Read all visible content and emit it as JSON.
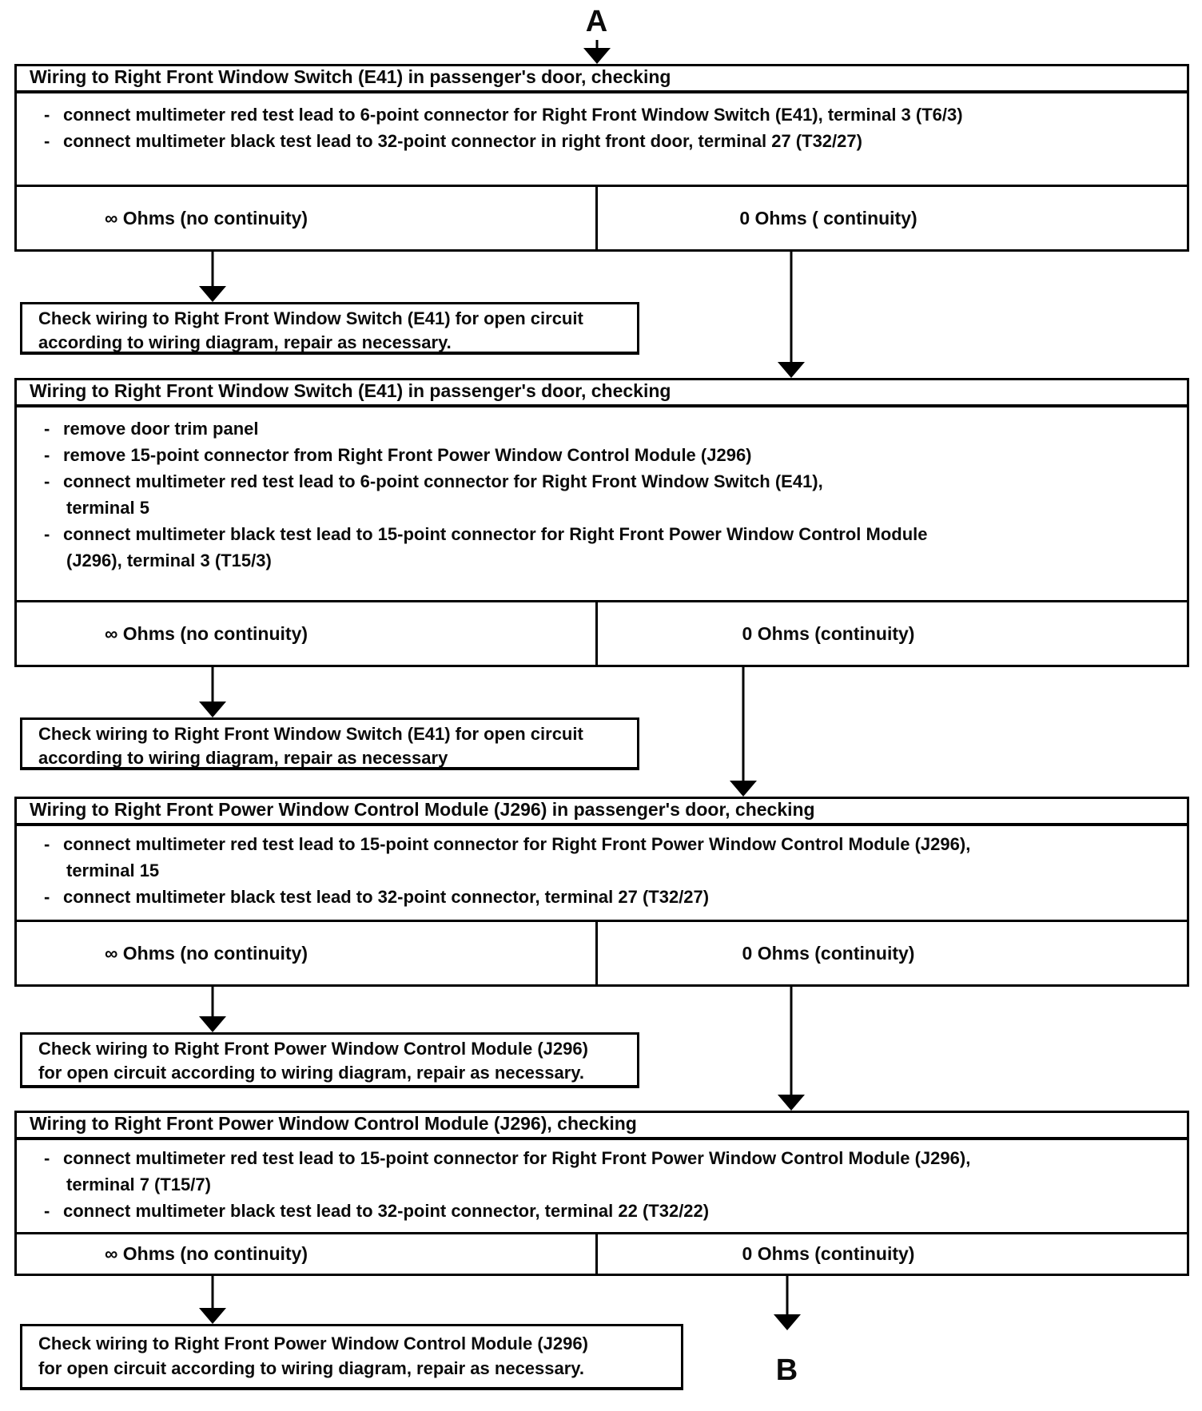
{
  "connectors": {
    "top": "A",
    "bottom": "B"
  },
  "ui": {
    "bullet": "-"
  },
  "blocks": [
    {
      "kind": "test",
      "title": "Wiring to Right Front Window Switch (E41) in passenger's door, checking",
      "lines": [
        "connect multimeter red test lead to 6-point connector for Right Front Window Switch (E41), terminal 3 (T6/3)",
        "connect multimeter black test lead to 32-point connector in right front door, terminal 27 (T32/27)"
      ],
      "left_result": "∞ Ohms  (no continuity)",
      "right_result": "0 Ohms  ( continuity)"
    },
    {
      "kind": "action",
      "lines": [
        "Check wiring to Right Front Window Switch (E41) for open circuit",
        "according to wiring diagram, repair as necessary."
      ]
    },
    {
      "kind": "test",
      "title": "Wiring to Right Front Window Switch (E41) in passenger's door, checking",
      "lines": [
        "remove door trim panel",
        "remove 15-point connector from Right Front Power Window Control Module (J296)",
        "connect multimeter red test lead to 6-point connector for Right Front Window Switch (E41),",
        "terminal 5",
        "connect multimeter black test lead to 15-point connector for Right Front Power Window Control Module",
        "(J296), terminal 3 (T15/3)"
      ],
      "left_result": "∞ Ohms  (no continuity)",
      "right_result": "0 Ohms  (continuity)"
    },
    {
      "kind": "action",
      "lines": [
        "Check wiring to Right Front Window Switch (E41) for open circuit",
        "according to wiring diagram, repair as necessary"
      ]
    },
    {
      "kind": "test",
      "title": "Wiring to Right Front Power Window Control Module (J296) in passenger's door, checking",
      "lines": [
        "connect multimeter red test lead to 15-point connector for Right Front Power Window Control Module (J296),",
        "terminal 15",
        "connect multimeter black test lead to 32-point connector, terminal 27 (T32/27)"
      ],
      "left_result": "∞ Ohms  (no continuity)",
      "right_result": "0 Ohms  (continuity)"
    },
    {
      "kind": "action",
      "lines": [
        "Check wiring  to Right Front Power Window Control Module (J296)",
        "for open circuit  according to wiring diagram, repair as necessary."
      ]
    },
    {
      "kind": "test",
      "title": "Wiring to Right Front Power Window Control Module (J296), checking",
      "lines": [
        "connect multimeter red test lead to 15-point connector for Right Front Power Window Control Module (J296),",
        "terminal 7 (T15/7)",
        "connect multimeter black test lead to 32-point connector, terminal 22 (T32/22)"
      ],
      "left_result": "∞ Ohms  (no continuity)",
      "right_result": "0 Ohms  (continuity)"
    },
    {
      "kind": "action",
      "lines": [
        "Check wiring  to Right Front Power Window Control Module (J296)",
        "for open circuit  according to wiring diagram, repair as  necessary."
      ]
    }
  ]
}
